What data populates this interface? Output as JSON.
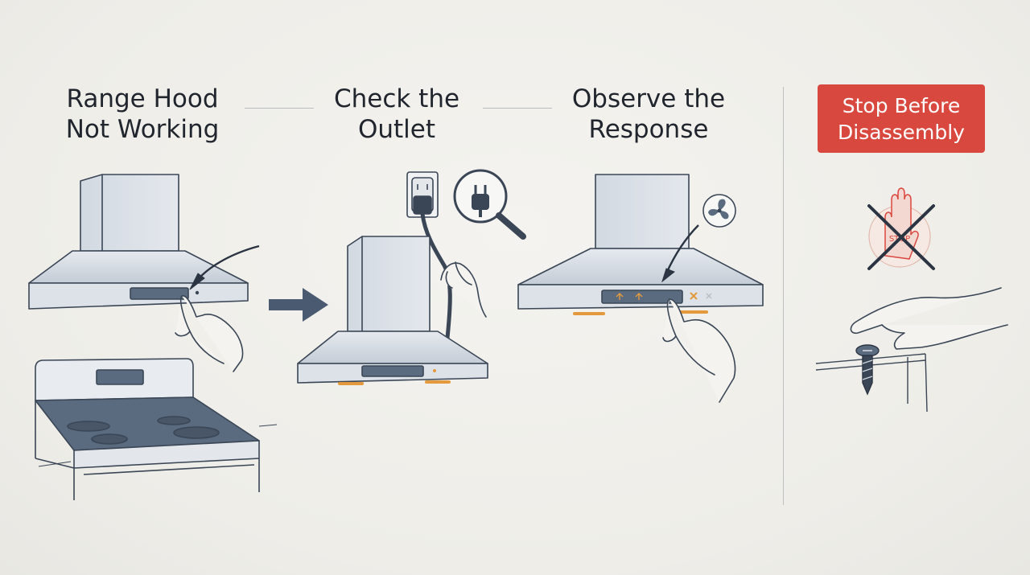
{
  "steps": [
    {
      "line1": "Range Hood",
      "line2": "Not Working"
    },
    {
      "line1": "Check the",
      "line2": "Outlet"
    },
    {
      "line1": "Observe the",
      "line2": "Response"
    }
  ],
  "warning": {
    "line1": "Stop Before",
    "line2": "Disassembly"
  },
  "stop_sign_text": "STOP",
  "colors": {
    "ink": "#3a4656",
    "metal": "#cfd6de",
    "metal_light": "#e3e7ec",
    "display": "#5a6b80",
    "accent_orange": "#e49a3c",
    "alert_red": "#d9483f"
  }
}
